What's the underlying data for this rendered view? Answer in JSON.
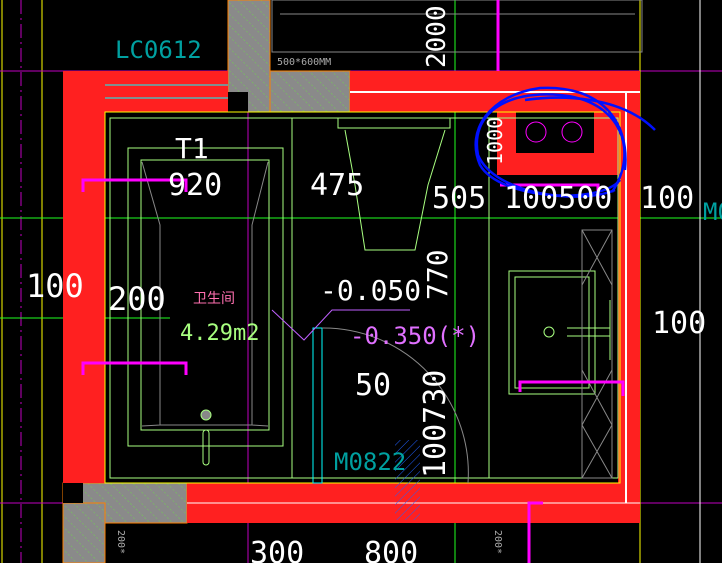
{
  "labels": {
    "window_tag": "LC0612",
    "vent_size": "500*600MM",
    "dim_2000": "2000",
    "tub_tag": "T1",
    "dim_920": "920",
    "dim_475": "475",
    "dim_505": "505",
    "dim_100500": "100500",
    "dim_100_top_right": "100",
    "dim_1000": "1000",
    "dim_100_left": "100",
    "dim_200": "200",
    "room_name": "卫生间",
    "room_area": "4.29m2",
    "level_main": "-0.050",
    "dim_770": "770",
    "level_low": "-0.350(*)",
    "dim_50": "50",
    "dim_100730": "100730",
    "door_tag": "M0822",
    "door_tag_right": "M0",
    "dim_100_right": "100",
    "dim_300": "300",
    "dim_800": "800",
    "small_200_a": "200*",
    "small_200_b": "200*"
  },
  "colors": {
    "wall": "#ff2020",
    "hatch": "#8a8a8a",
    "fixture": "#a8ff80",
    "dim": "#20ff20",
    "text": "#ffffff",
    "tag": "#00a0a0",
    "pipe": "#ff00ff",
    "markup": "#0010ff"
  }
}
